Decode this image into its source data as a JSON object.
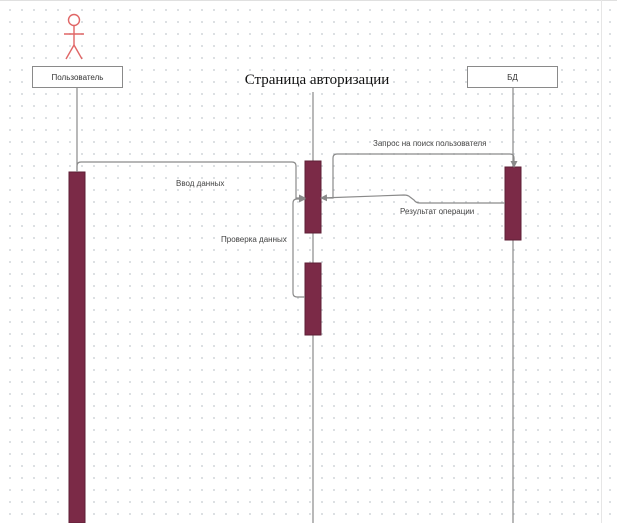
{
  "participants": {
    "user": "Пользователь",
    "auth_page": "Страница авторизации",
    "db": "БД"
  },
  "messages": {
    "data_input": "Ввод данных",
    "search_user": "Запрос на поиск пользователя",
    "operation_result": "Результат операции",
    "data_check": "Проверка данных"
  },
  "colors": {
    "activation": "#7b2a47",
    "line": "#8a8a8a",
    "actor": "#e06666"
  }
}
